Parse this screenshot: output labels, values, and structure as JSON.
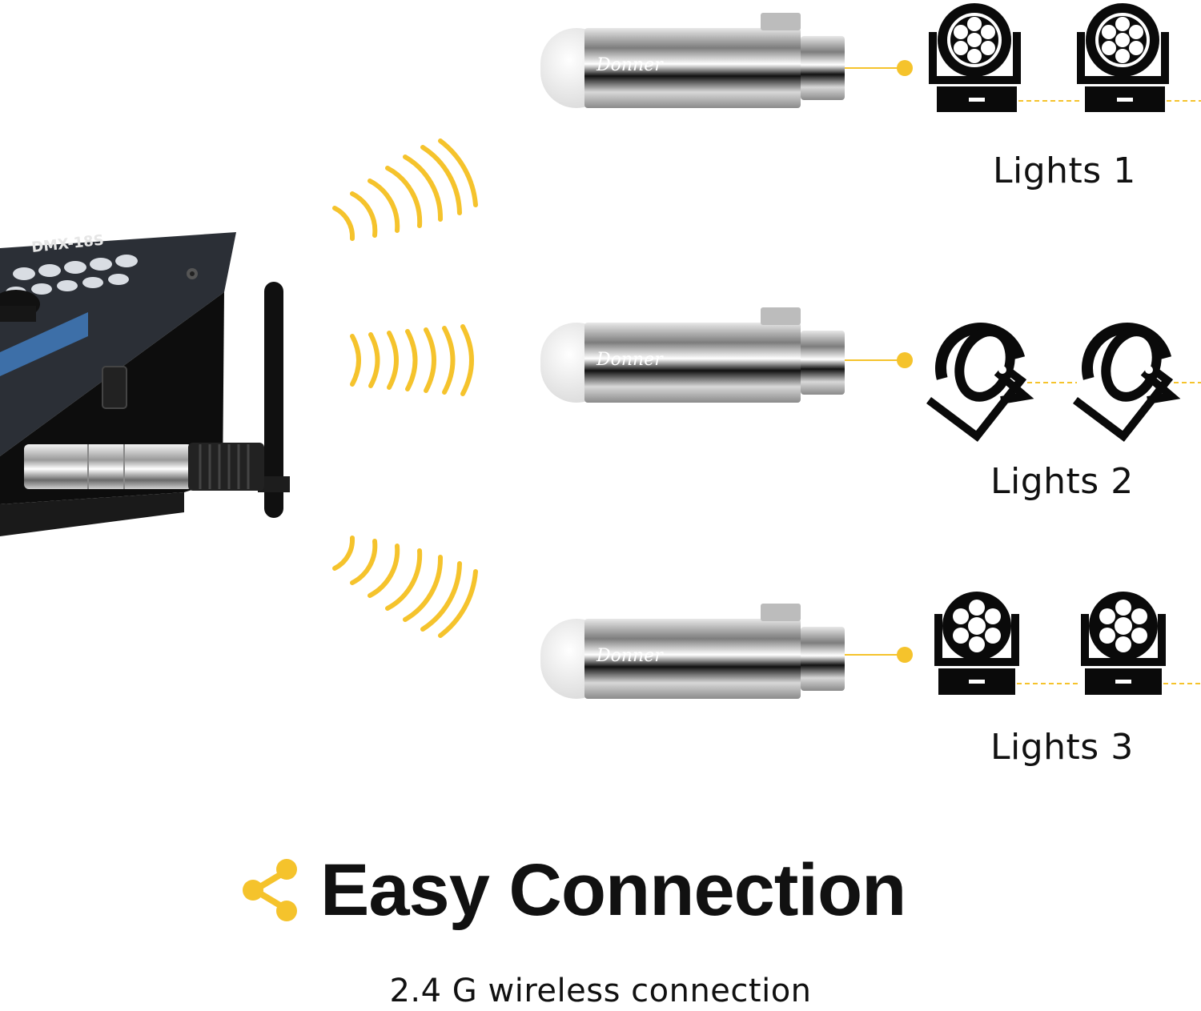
{
  "headline": {
    "title": "Easy Connection",
    "subtitle": "2.4 G wireless connection"
  },
  "controller": {
    "model_label": "DMX-18S"
  },
  "receivers": [
    {
      "brand_label": "Donner",
      "light_type": "moving-head",
      "group_label": "Lights 1"
    },
    {
      "brand_label": "Donner",
      "light_type": "par-can",
      "group_label": "Lights 2"
    },
    {
      "brand_label": "Donner",
      "light_type": "wash-moving-head",
      "group_label": "Lights 3"
    }
  ],
  "colors": {
    "accent": "#F5C32C",
    "text": "#111111",
    "icon": "#0a0a0a"
  },
  "icons": [
    "share-icon",
    "wireless-signal-icon",
    "moving-head-light-icon",
    "par-light-icon"
  ]
}
